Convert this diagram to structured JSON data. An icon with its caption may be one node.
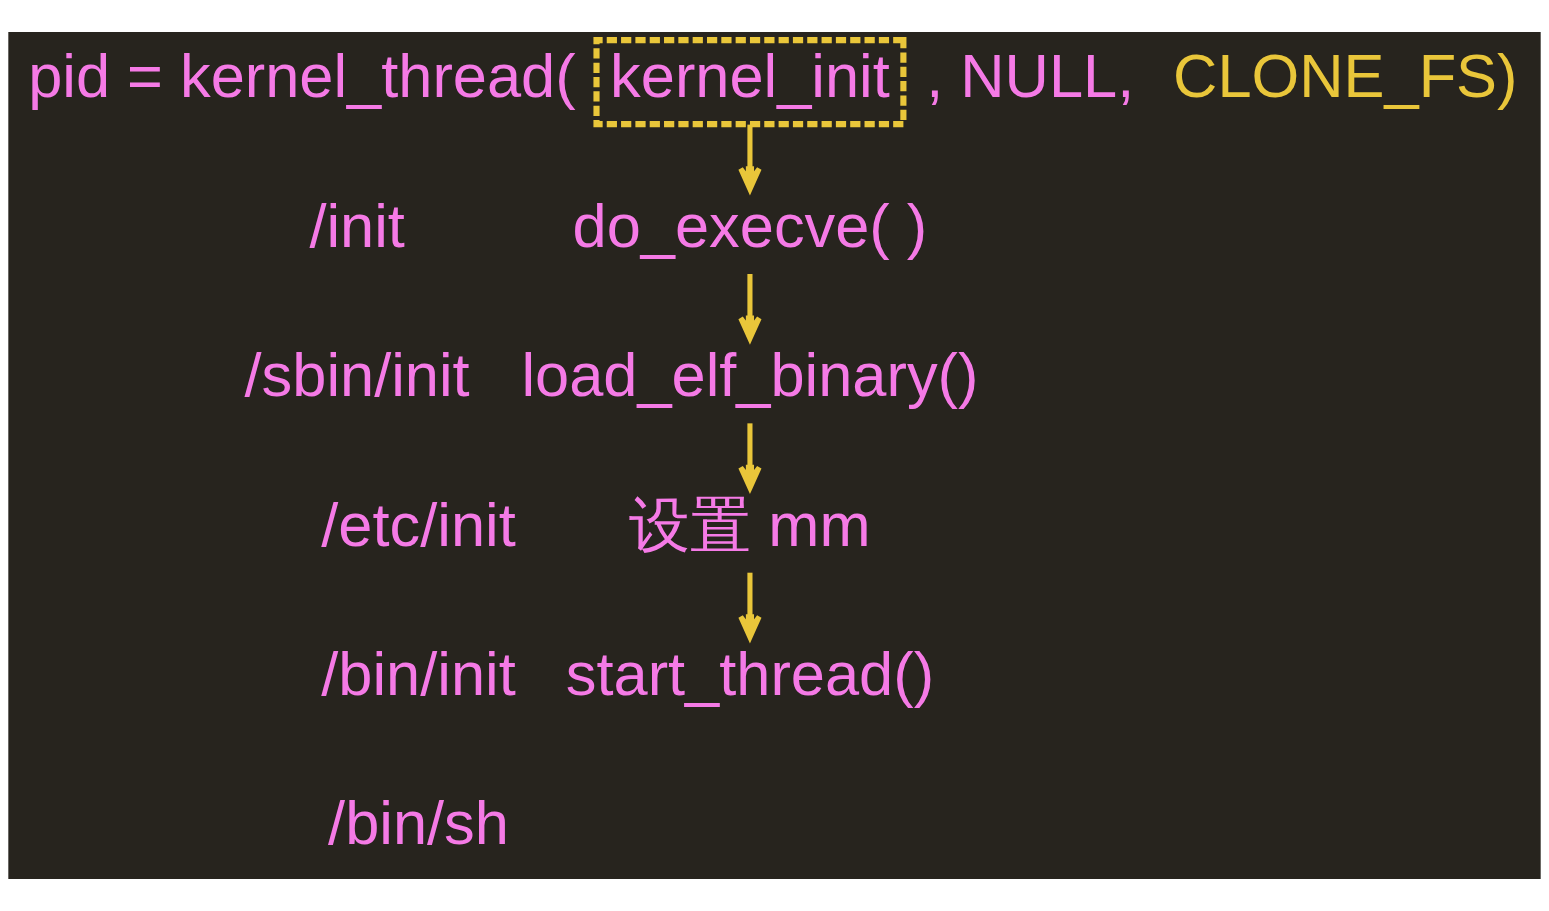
{
  "diagram": {
    "nodes": [
      {
        "text": [
          "kernel_init"
        ]
      },
      {
        "text": [
          "do_execve( )"
        ]
      },
      {
        "text": [
          "load_elf_binary()"
        ]
      },
      {
        "text": [
          "设置 mm"
        ]
      },
      {
        "text": [
          "start_thread()"
        ]
      }
    ],
    "edges": [
      {
        "from": 0,
        "to": 1,
        "arrow": "to"
      },
      {
        "from": 1,
        "to": 2,
        "arrow": "to"
      },
      {
        "from": 2,
        "to": 3,
        "arrow": "to"
      },
      {
        "from": 3,
        "to": 4,
        "arrow": "to"
      }
    ],
    "labels": [
      "pid = kernel_thread(",
      ", NULL,",
      "CLONE_FS)",
      "/init",
      "/sbin/init",
      "/etc/init",
      "/bin/init",
      "/bin/sh"
    ]
  }
}
